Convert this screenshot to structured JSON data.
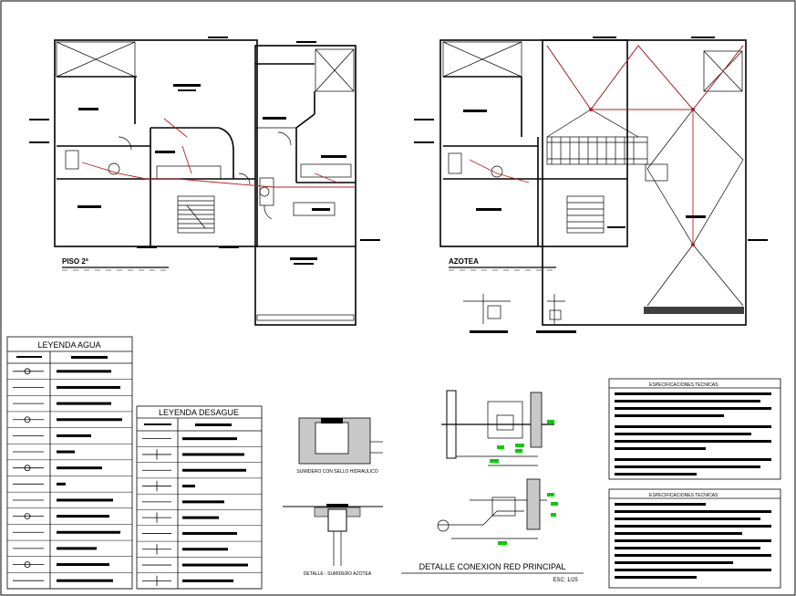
{
  "plans": {
    "plan1_title": "PISO 2ª",
    "plan2_title": "AZOTEA"
  },
  "legend_agua": {
    "title": "LEYENDA AGUA",
    "rows": 14
  },
  "legend_desague": {
    "title": "LEYENDA DESAGUE",
    "rows": 10
  },
  "details": {
    "sumidero_sello": "SUMIDERO CON SELLO HIDRAULICO",
    "sumidero_azotea": "DETALLE - SUMIDERO AZOTEA",
    "conexion_title": "DETALLE CONEXION RED PRINCIPAL",
    "conexion_scale": "ESC: 1/25"
  },
  "specs": {
    "title1": "ESPECIFICACIONES TECNICAS",
    "title2": "ESPECIFICACIONES TECNICAS"
  },
  "colors": {
    "pipe": "#b22222",
    "marker": "#00cc00",
    "ink": "#000000"
  }
}
